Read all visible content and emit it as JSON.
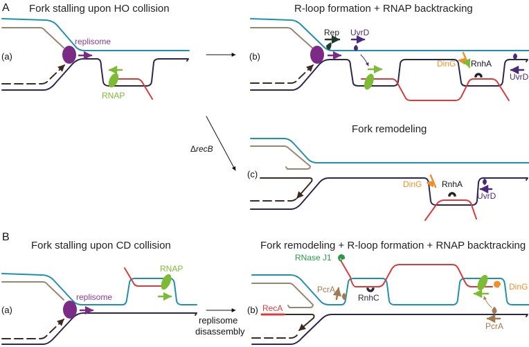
{
  "figure": {
    "panel_A": {
      "label": "A",
      "sub_a": {
        "id": "(a)",
        "title": "Fork stalling upon HO collision",
        "labels": {
          "replisome": "replisome",
          "rnap": "RNAP"
        }
      },
      "sub_b": {
        "id": "(b)",
        "title": "R-loop formation + RNAP backtracking",
        "labels": {
          "rep": "Rep",
          "uvrd_top": "UvrD",
          "ding": "DinG",
          "rnha": "RnhA",
          "uvrd_right": "UvrD"
        }
      },
      "sub_c": {
        "id": "(c)",
        "title": "Fork remodeling",
        "labels": {
          "ding": "DinG",
          "rnha": "RnhA",
          "uvrd": "UvrD"
        }
      },
      "arrow_label_delta": "Δ",
      "arrow_label_gene": "recB"
    },
    "panel_B": {
      "label": "B",
      "sub_a": {
        "id": "(a)",
        "title": "Fork stalling upon CD collision",
        "labels": {
          "rnap": "RNAP",
          "replisome": "replisome"
        }
      },
      "transition_line1": "replisome",
      "transition_line2": "disassembly",
      "sub_b": {
        "id": "(b)",
        "title": "Fork remodeling + R-loop formation + RNAP backtracking",
        "labels": {
          "rnase_j1": "RNase J1",
          "pcra_left": "PcrA",
          "rnhc": "RnhC",
          "ding": "DinG",
          "reca": "RecA",
          "pcra_bottom": "PcrA"
        }
      }
    },
    "colors": {
      "leading_template": "#1e8fb0",
      "lagging_template": "#2a2650",
      "nascent_leading": "#9a8470",
      "nascent_lagging": "#3a2a22",
      "rna": "#d93a3a",
      "replisome": "#7b2a86",
      "rnap": "#7dbb35",
      "ding": "#f0902a",
      "uvrd": "#4a2a7a",
      "rep": "#1e3a2a",
      "pcra": "#a07a50",
      "rnase_j1": "#2a9a4a",
      "rnase_h": "#222222"
    }
  }
}
